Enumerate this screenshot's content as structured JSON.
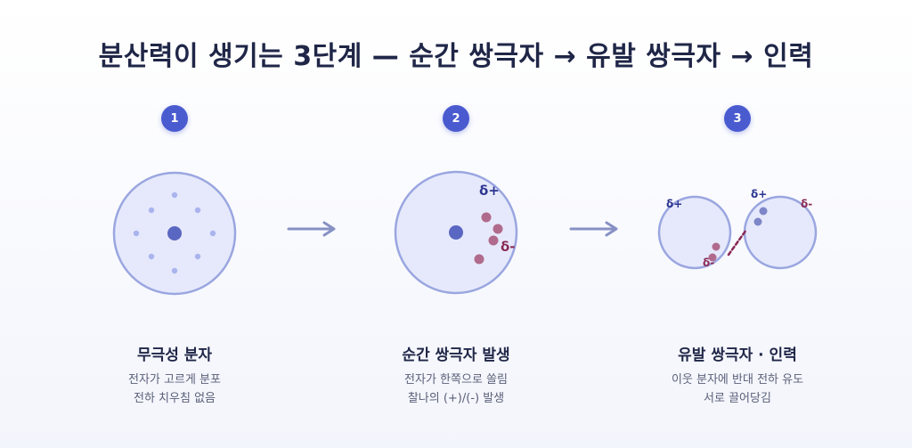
{
  "title": "분산력이 생기는 3단계 — 순간 쌍극자 → 유발 쌍극자 → 인력",
  "stages": [
    {
      "number": "1",
      "title": "무극성 분자",
      "desc_lines": [
        "전자가 고르게 분포",
        "전하 치우침 없음"
      ]
    },
    {
      "number": "2",
      "title": "순간 쌍극자 발생",
      "desc_lines": [
        "전자가 한쪽으로 쏠림",
        "찰나의 (+)/(-) 발생"
      ]
    },
    {
      "number": "3",
      "title": "유발 쌍극자 · 인력",
      "desc_lines": [
        "이웃 분자에 반대 전하 유도",
        "서로 끌어당김"
      ]
    }
  ],
  "charges": {
    "plus": "δ+",
    "minus": "δ-"
  },
  "colors": {
    "accent": "#4a5bd0",
    "circle_fill": "#e6e9fb",
    "circle_stroke": "#9aa6e0",
    "nucleus": "#5a67c2",
    "electron_even": "#a9b4ee",
    "electron_shifted": "#b06a8c",
    "plus_text": "#2b3590",
    "minus_text": "#8a2a55",
    "arrow": "#8791c4"
  }
}
